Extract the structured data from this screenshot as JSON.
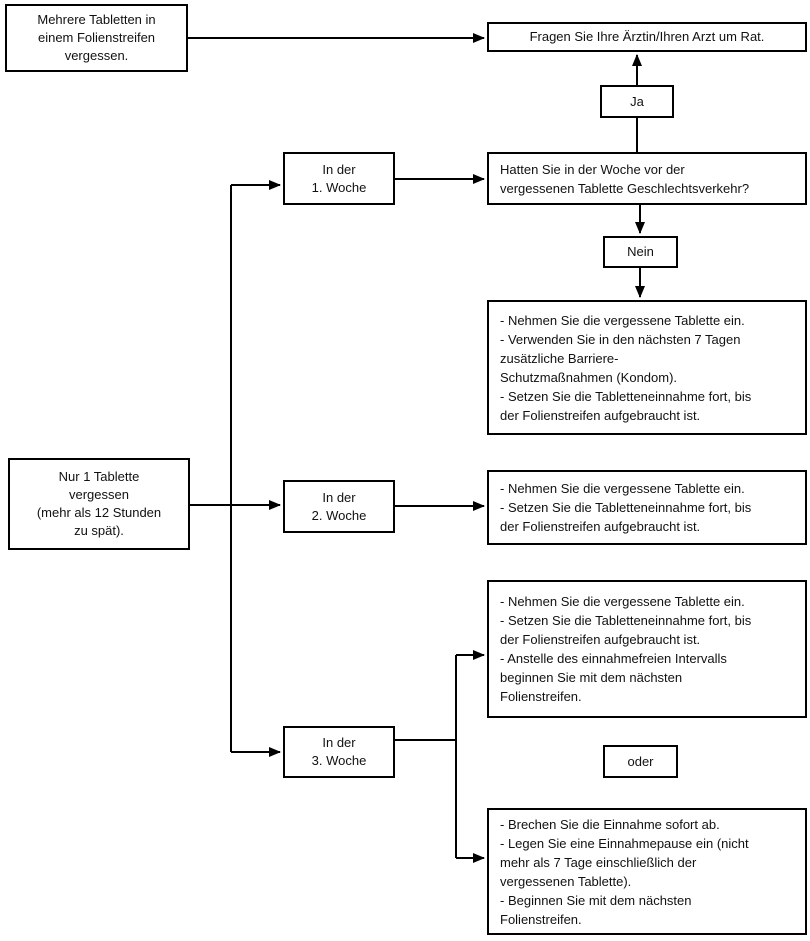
{
  "flowchart": {
    "colors": {
      "border": "#000000",
      "background": "#ffffff",
      "text": "#111111"
    },
    "boxes": {
      "multiple_tablets": "Mehrere Tabletten in\neinem Folienstreifen\nvergessen.",
      "ask_doctor": "Fragen Sie Ihre Ärztin/Ihren Arzt um Rat.",
      "ja": "Ja",
      "week1": "In der\n1. Woche",
      "question": "Hatten Sie in der Woche vor der\nvergessenen Tablette Geschlechtsverkehr?",
      "nein": "Nein",
      "instr_week1": "- Nehmen Sie die vergessene Tablette ein.\n- Verwenden Sie in den nächsten 7 Tagen\nzusätzliche Barriere-\nSchutzmaßnahmen (Kondom).\n- Setzen Sie die Tabletteneinnahme fort, bis\nder Folienstreifen aufgebraucht ist.",
      "one_tablet": "Nur 1 Tablette\nvergessen\n(mehr als 12 Stunden\nzu spät).",
      "week2": "In der\n2. Woche",
      "instr_week2": "- Nehmen Sie die vergessene Tablette ein.\n- Setzen Sie die Tabletteneinnahme fort, bis\nder Folienstreifen aufgebraucht ist.",
      "instr_week3_continue": "- Nehmen Sie die vergessene Tablette ein.\n- Setzen Sie die Tabletteneinnahme fort, bis\nder Folienstreifen aufgebraucht ist.\n- Anstelle des einnahmefreien Intervalls\nbeginnen Sie mit dem nächsten\nFolienstreifen.",
      "week3": "In der\n3. Woche",
      "oder": "oder",
      "instr_week3_stop": "- Brechen Sie die Einnahme sofort ab.\n- Legen Sie eine Einnahmepause ein (nicht\nmehr als 7 Tage einschließlich der\nvergessenen Tablette).\n- Beginnen Sie mit dem nächsten\nFolienstreifen."
    }
  }
}
